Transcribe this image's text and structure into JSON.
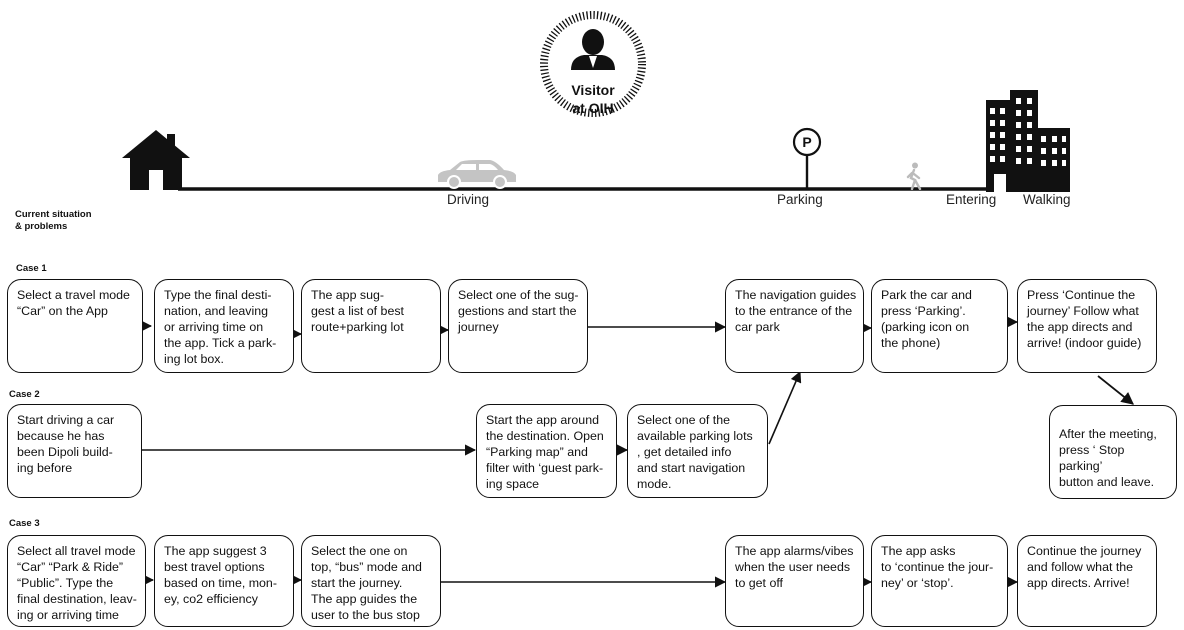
{
  "persona": {
    "label": "Visitor\nat OIH"
  },
  "stages": {
    "driving": "Driving",
    "parking": "Parking",
    "parking_sign": "P",
    "entering": "Entering",
    "walking": "Walking"
  },
  "section_title": "Current situation\n& problems",
  "cases": [
    {
      "label": "Case 1",
      "steps": [
        "Select a travel mode \n“Car” on the App",
        "Type the final desti-\nnation, and leaving\nor arriving time on\nthe app. Tick a park-\ning lot box.",
        "The app sug-\ngest a list of best\nroute+parking lot",
        "Select one of the sug-\ngestions and start the\njourney",
        "The navigation guides\nto the entrance of the\ncar park",
        "Park the car and\npress ‘Parking’.\n(parking icon on\nthe phone)",
        "Press ‘Continue the\njourney’ Follow what\nthe app directs and\narrive! (indoor guide)"
      ],
      "final_step": "After the meeting,\npress ‘ Stop parking’\nbutton and leave."
    },
    {
      "label": "Case 2",
      "steps": [
        "Start driving a car\nbecause he has\nbeen Dipoli build-\ning before",
        "Start the app around\nthe destination. Open\n“Parking map” and\nfilter with ‘guest park-\ning space",
        "Select one of the\navailable parking lots\n, get detailed info\nand start navigation\nmode."
      ]
    },
    {
      "label": "Case 3",
      "steps": [
        "Select all travel mode\n“Car” “Park & Ride”\n“Public”. Type the\nfinal destination, leav-\ning or arriving time",
        "The app suggest 3\nbest travel options\nbased on time, mon-\ney, co2 efficiency",
        "Select the one on\ntop, “bus” mode and\nstart the journey.\nThe app guides the\nuser to the bus stop",
        "The app alarms/vibes\nwhen the user needs\nto get off",
        "The app asks\nto ‘continue the jour-\nney’ or ‘stop’.",
        "Continue the journey\nand follow what the\napp directs. Arrive!"
      ]
    }
  ],
  "icons": [
    "house-icon",
    "car-icon",
    "parking-sign-icon",
    "pedestrian-icon",
    "office-building-icon",
    "visitor-avatar-icon"
  ]
}
